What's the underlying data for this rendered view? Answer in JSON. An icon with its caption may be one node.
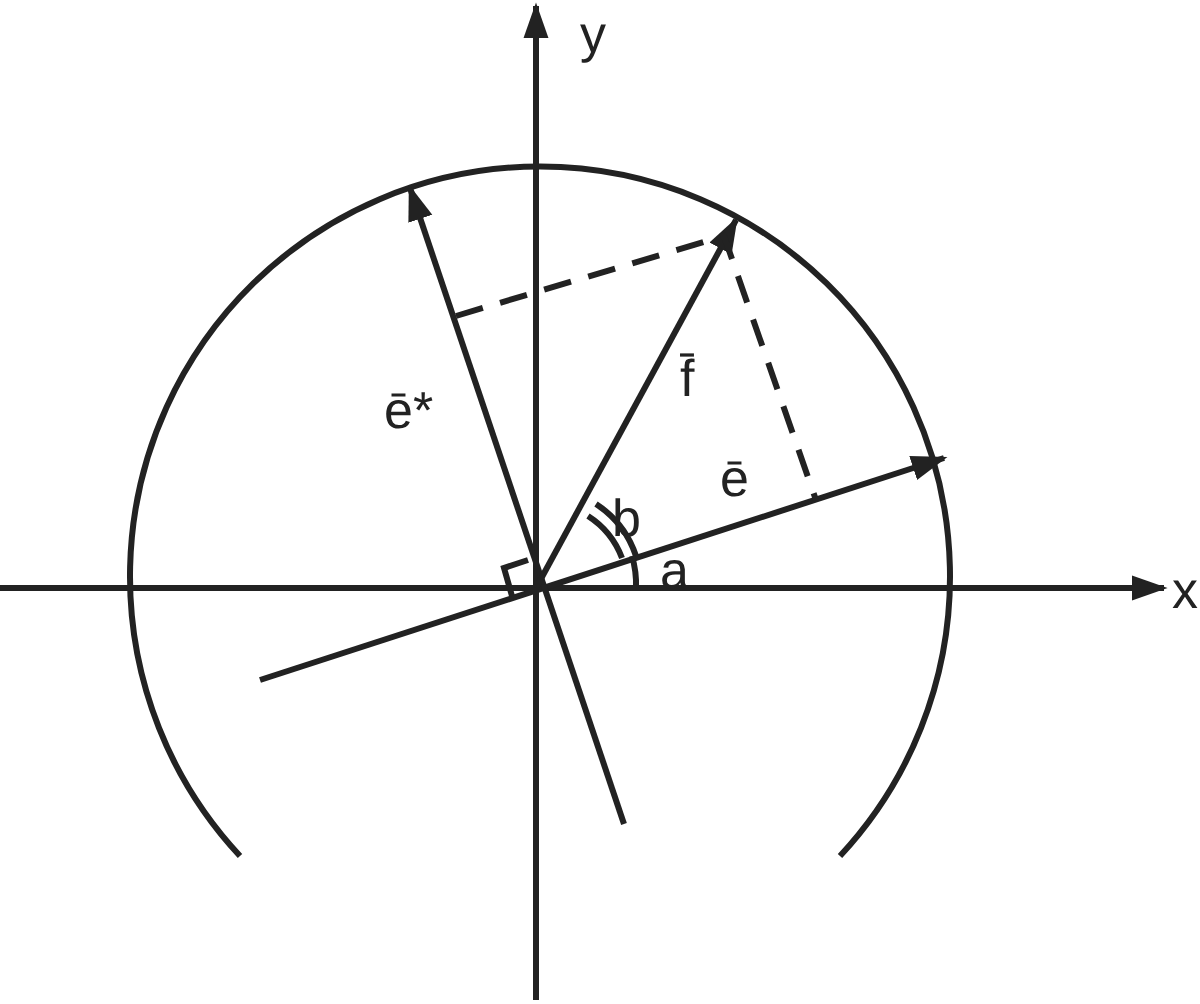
{
  "diagram": {
    "labels": [
      "y",
      "x",
      "ē*",
      "f̄",
      "ē",
      "b",
      "a"
    ]
  }
}
